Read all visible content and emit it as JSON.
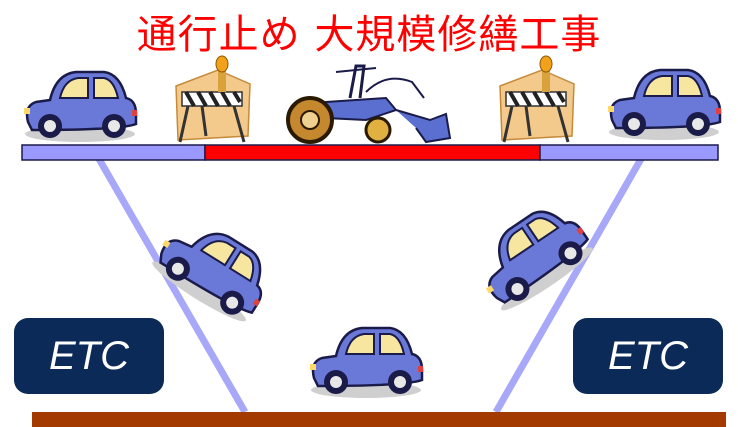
{
  "title": "通行止め 大規模修繕工事",
  "etc_left": "ETC",
  "etc_right": "ETC",
  "colors": {
    "title": "#ff0000",
    "bridge_side": "#9999ff",
    "bridge_closed": "#ff0000",
    "ramp": "#a8a8f8",
    "road": "#a33b00",
    "etc_box": "#0b2a57",
    "car_body": "#6a78d8"
  },
  "icons": [
    "car-icon",
    "barricade-icon",
    "tractor-icon"
  ]
}
